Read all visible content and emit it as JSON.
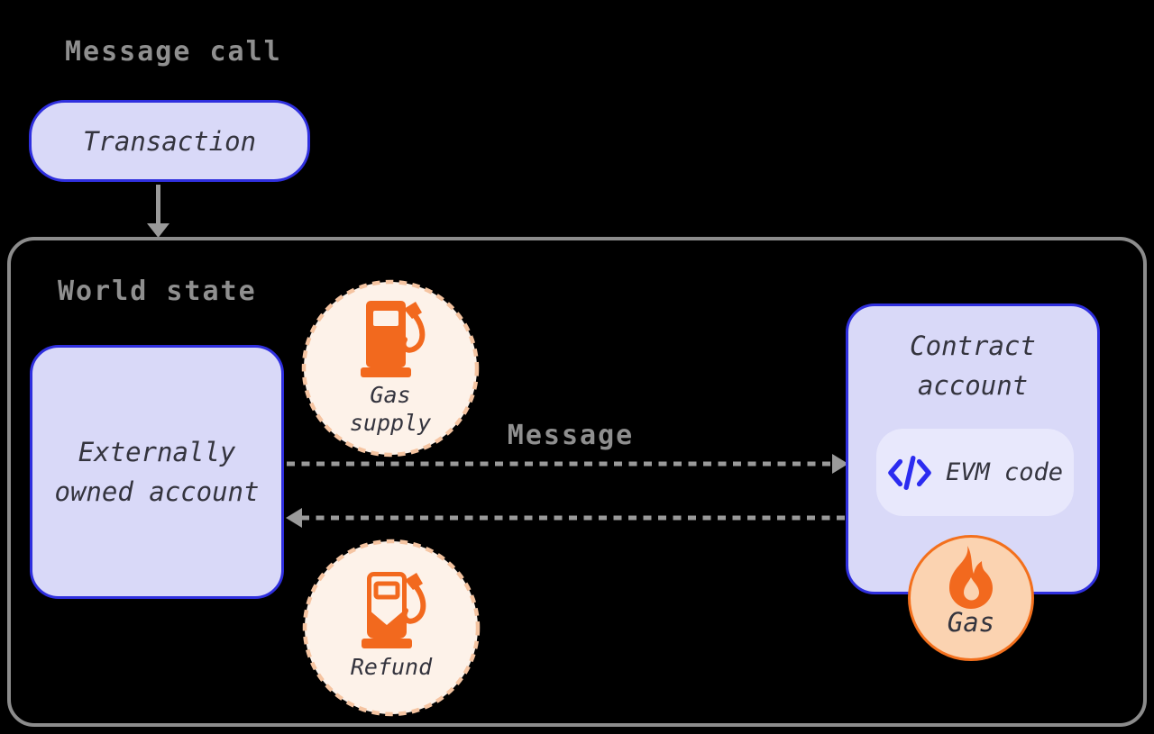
{
  "header": {
    "title": "Message call"
  },
  "transaction": {
    "label": "Transaction"
  },
  "world_state": {
    "label": "World state",
    "eoa": {
      "line1": "Externally",
      "line2": "owned account"
    },
    "gas_supply": {
      "line1": "Gas",
      "line2": "supply",
      "icon": "fuel-pump-icon"
    },
    "message_arrow": {
      "label": "Message",
      "direction": "eoa-to-contract"
    },
    "return_arrow": {
      "direction": "contract-to-eoa"
    },
    "contract": {
      "line1": "Contract",
      "line2": "account",
      "evm": {
        "label": "EVM code",
        "icon": "code-icon"
      }
    },
    "gas": {
      "label": "Gas",
      "icon": "flame-icon"
    },
    "refund": {
      "label": "Refund",
      "icon": "fuel-pump-half-icon"
    }
  },
  "colors": {
    "background": "#000000",
    "node_fill": "#d9d9f8",
    "node_border_blue": "#2f2fde",
    "evm_pill_fill": "#e8e8fc",
    "code_icon_blue": "#2b2bf0",
    "title_gray": "#8f8f8f",
    "container_border_gray": "#8c8c8c",
    "arrow_gray": "#9a9a9a",
    "text_dark": "#34343e",
    "orange": "#f2691e",
    "peach_circle_fill": "#fdf2e9",
    "peach_dash_border": "#f5c4a1",
    "gas_badge_fill": "#fbd3b1",
    "gas_badge_border": "#f3701d"
  }
}
